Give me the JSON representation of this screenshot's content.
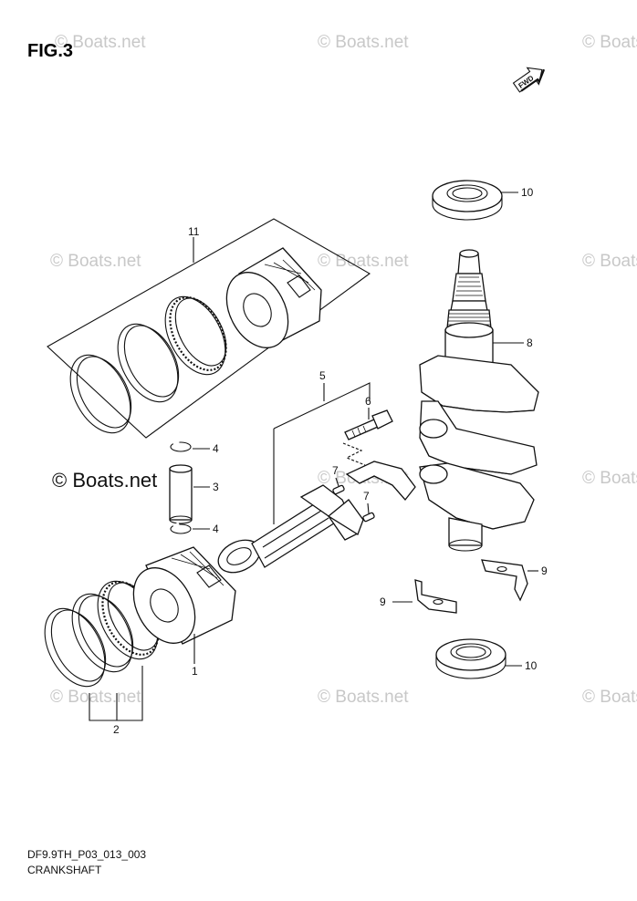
{
  "figure": {
    "title": "FIG.3",
    "fwd_label": "FWD",
    "code": "DF9.9TH_P03_013_003",
    "caption": "CRANKSHAFT"
  },
  "watermark": {
    "text": "© Boats.net",
    "highlight_text": "© Boats.net"
  },
  "callouts": {
    "c1": "1",
    "c2": "2",
    "c3": "3",
    "c4a": "4",
    "c4b": "4",
    "c5": "5",
    "c6": "6",
    "c7a": "7",
    "c7b": "7",
    "c8": "8",
    "c9a": "9",
    "c9b": "9",
    "c10a": "10",
    "c10b": "10",
    "c11": "11"
  }
}
